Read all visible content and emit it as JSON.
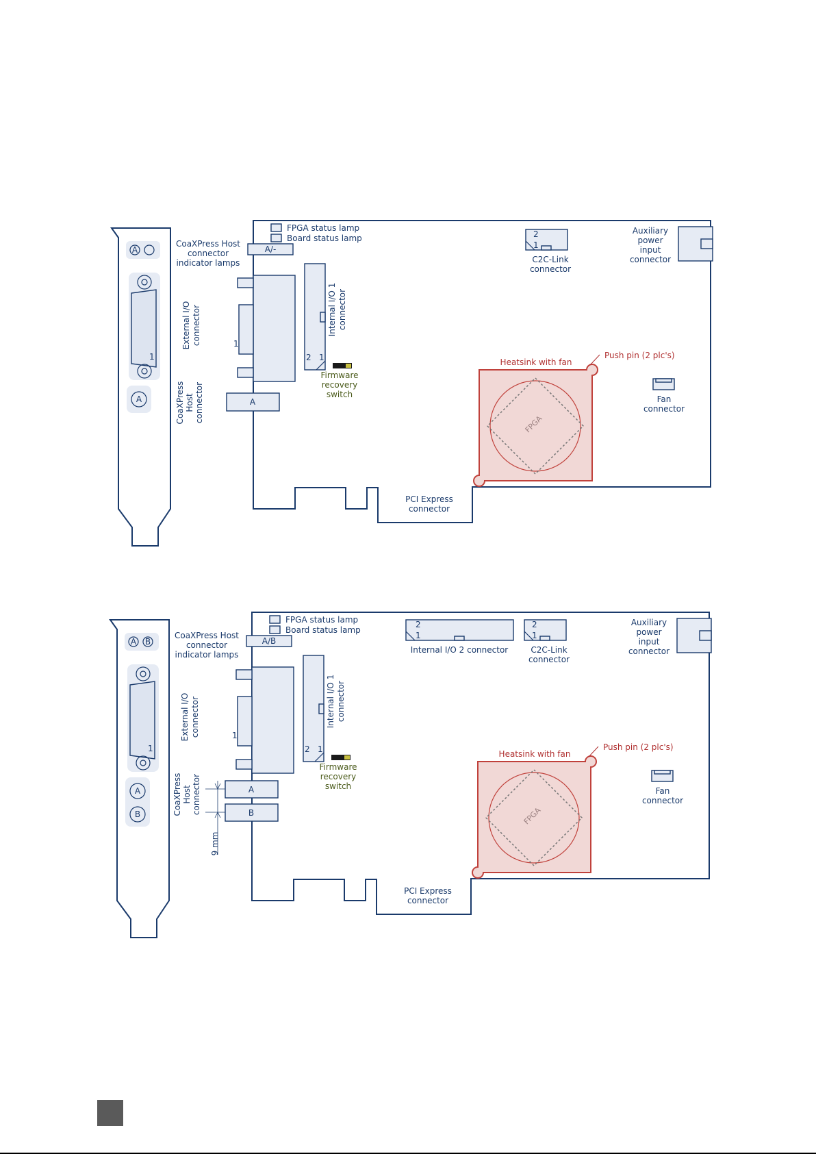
{
  "diagram1": {
    "fpga_status_lamp": "FPGA status lamp",
    "board_status_lamp": "Board status lamp",
    "coaxpress_host_connector_indicator_lamps": [
      "CoaXPress Host",
      "connector",
      "indicator lamps"
    ],
    "lamp_tag": "A/-",
    "external_io_connector": [
      "External I/O",
      "connector"
    ],
    "external_io_pin1": "1",
    "internal_io1_connector": [
      "Internal I/O 1",
      "connector"
    ],
    "internal_io1_pin2": "2",
    "internal_io1_pin1": "1",
    "firmware_recovery_switch": [
      "Firmware",
      "recovery",
      "switch"
    ],
    "coaxpress_host_connector": [
      "CoaXPress",
      "Host",
      "connector"
    ],
    "host_connector_a": "A",
    "c2c_link_connector": [
      "C2C-Link",
      "connector"
    ],
    "c2c_pin2": "2",
    "c2c_pin1": "1",
    "auxiliary_power_input_connector": [
      "Auxiliary",
      "power",
      "input",
      "connector"
    ],
    "heatsink_with_fan": "Heatsink with fan",
    "push_pin": "Push pin (2 plc's)",
    "fpga": "FPGA",
    "fan_connector": [
      "Fan",
      "connector"
    ],
    "pci_express_connector": [
      "PCI Express",
      "connector"
    ],
    "bracket_lamp_a": "A",
    "bracket_dsub_pin1": "1",
    "bracket_port_a": "A"
  },
  "diagram2": {
    "fpga_status_lamp": "FPGA status lamp",
    "board_status_lamp": "Board status lamp",
    "coaxpress_host_connector_indicator_lamps": [
      "CoaXPress Host",
      "connector",
      "indicator lamps"
    ],
    "lamp_tag": "A/B",
    "internal_io2_connector": "Internal I/O 2 connector",
    "internal_io2_pin2": "2",
    "internal_io2_pin1": "1",
    "c2c_link_connector": [
      "C2C-Link",
      "connector"
    ],
    "c2c_pin2": "2",
    "c2c_pin1": "1",
    "auxiliary_power_input_connector": [
      "Auxiliary",
      "power",
      "input",
      "connector"
    ],
    "external_io_connector": [
      "External I/O",
      "connector"
    ],
    "external_io_pin1": "1",
    "internal_io1_connector": [
      "Internal I/O 1",
      "connector"
    ],
    "internal_io1_pin2": "2",
    "internal_io1_pin1": "1",
    "firmware_recovery_switch": [
      "Firmware",
      "recovery",
      "switch"
    ],
    "coaxpress_host_connector": [
      "CoaXPress",
      "Host",
      "connector"
    ],
    "host_connector_a": "A",
    "host_connector_b": "B",
    "spacing": "9 mm",
    "heatsink_with_fan": "Heatsink with fan",
    "push_pin": "Push pin (2 plc's)",
    "fpga": "FPGA",
    "fan_connector": [
      "Fan",
      "connector"
    ],
    "pci_express_connector": [
      "PCI Express",
      "connector"
    ],
    "bracket_lamp_a": "A",
    "bracket_lamp_b": "B",
    "bracket_dsub_pin1": "1",
    "bracket_port_a": "A",
    "bracket_port_b": "B"
  },
  "colors": {
    "outline": "#1a3a6b",
    "part_fill": "#e6ebf4",
    "heatsink_fill": "#f1d8d6",
    "heatsink_stroke": "#c0413b",
    "label_red": "#b03030",
    "label_green": "#4a5a1a"
  }
}
